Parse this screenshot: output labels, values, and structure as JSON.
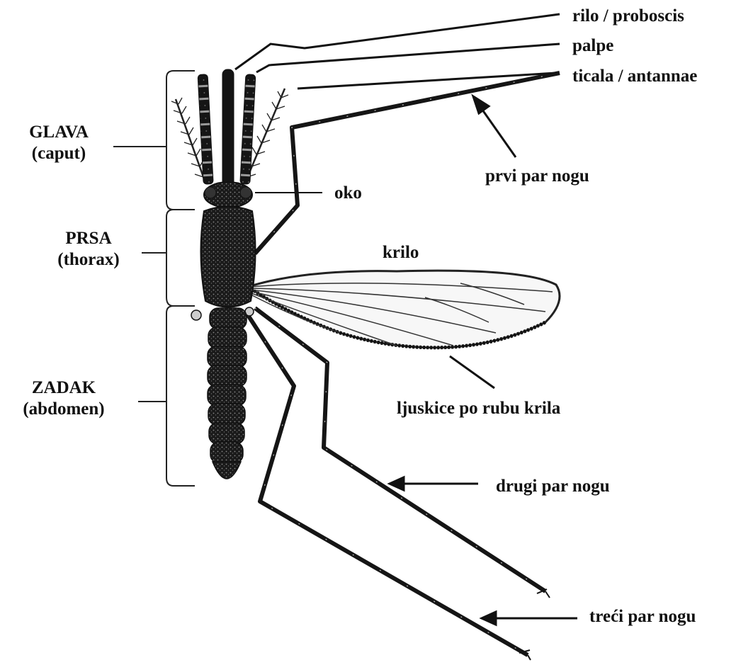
{
  "diagram": {
    "segments": {
      "head": {
        "name": "GLAVA",
        "latin": "(caput)"
      },
      "thorax": {
        "name": "PRSA",
        "latin": "(thorax)"
      },
      "abdomen": {
        "name": "ZADAK",
        "latin": "(abdomen)"
      }
    },
    "labels": {
      "proboscis": "rilo / proboscis",
      "palps": "palpe",
      "antennae": "ticala / antannae",
      "first_legs": "prvi par nogu",
      "eye": "oko",
      "wing": "krilo",
      "wing_scales": "ljuskice po rubu krila",
      "second_legs": "drugi par nogu",
      "third_legs": "treći par nogu"
    }
  }
}
